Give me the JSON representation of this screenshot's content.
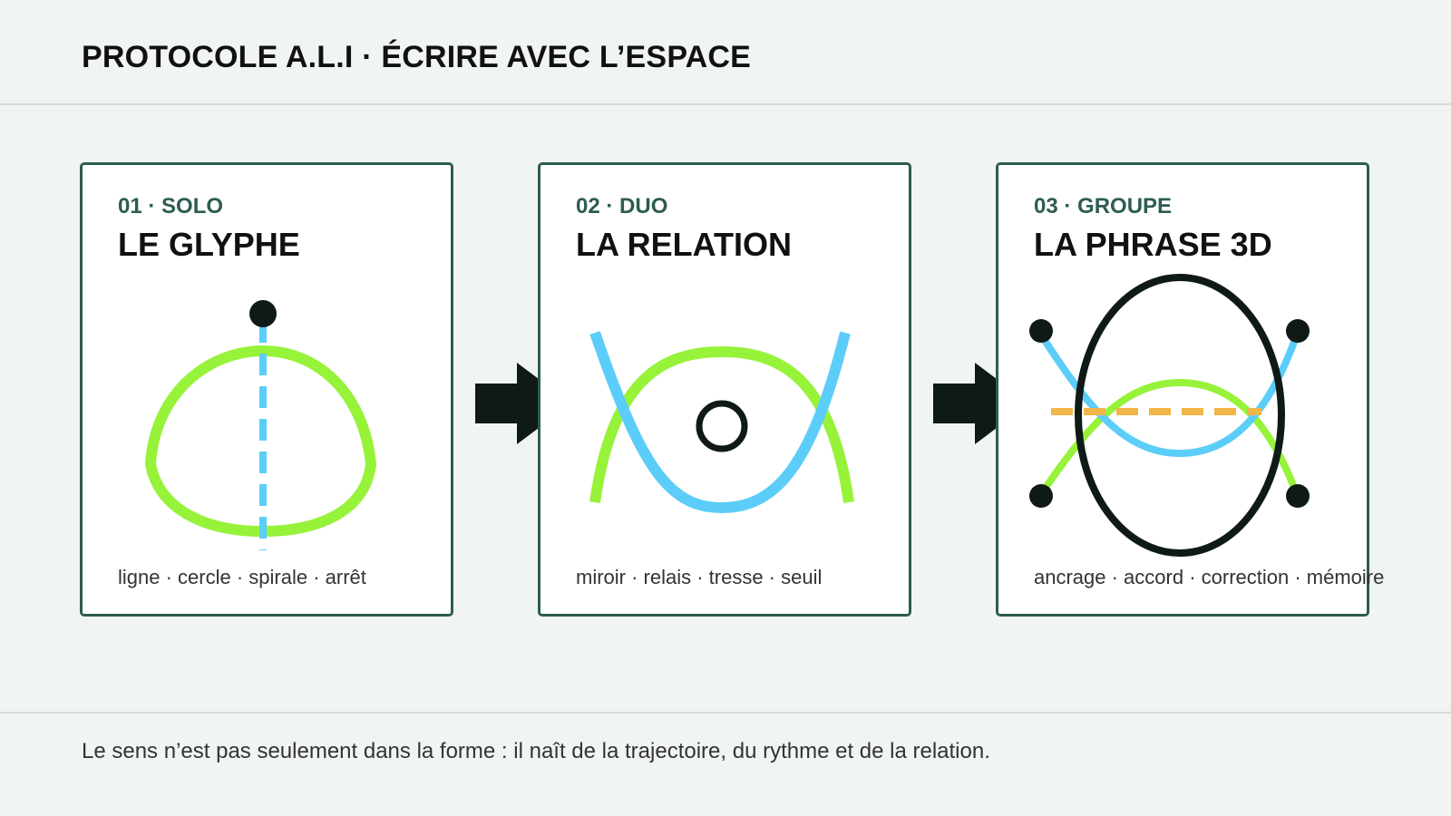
{
  "header": {
    "title": "PROTOCOLE A.L.I · ÉCRIRE AVEC L’ESPACE"
  },
  "cards": [
    {
      "kicker": "01 · SOLO",
      "title": "LE GLYPHE",
      "caption": "ligne · cercle · spirale · arrêt"
    },
    {
      "kicker": "02 · DUO",
      "title": "LA RELATION",
      "caption": "miroir · relais · tresse · seuil"
    },
    {
      "kicker": "03 · GROUPE",
      "title": "LA PHRASE 3D",
      "caption": "ancrage · accord · correction · mémoire"
    }
  ],
  "footer": {
    "text": "Le sens n’est pas seulement dans la forme : il naît de la trajectoire, du rythme et de la relation."
  },
  "colors": {
    "background": "#f1f5f2",
    "card_border": "#2d5c52",
    "accent_green": "#97f23a",
    "accent_blue": "#5ccdf8",
    "accent_orange": "#f0b64a",
    "ink": "#0f1a17"
  },
  "icons": [
    "arrow-right-icon",
    "arrow-right-icon"
  ]
}
